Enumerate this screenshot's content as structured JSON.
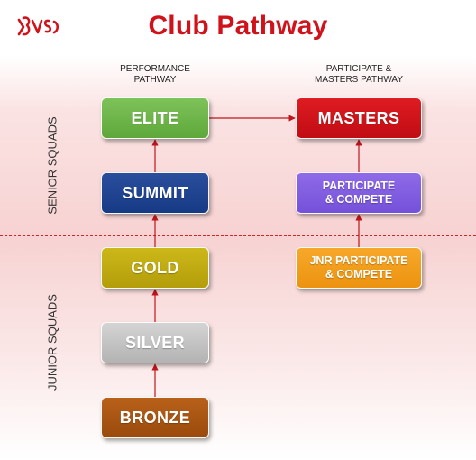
{
  "title": "Club Pathway",
  "columns": {
    "performance": [
      "PERFORMANCE",
      "PATHWAY"
    ],
    "participate": [
      "PARTICIPATE &",
      "MASTERS PATHWAY"
    ]
  },
  "side_labels": {
    "senior": "SENIOR SQUADS",
    "junior": "JUNIOR SQUADS"
  },
  "performance_pathway": [
    {
      "label": "ELITE",
      "color": "#6cb548"
    },
    {
      "label": "SUMMIT",
      "color": "#1f4591"
    },
    {
      "label": "GOLD",
      "color": "#c1ab12"
    },
    {
      "label": "SILVER",
      "color": "#c4c4c4"
    },
    {
      "label": "BRONZE",
      "color": "#a95513"
    }
  ],
  "participate_pathway": [
    {
      "label": "MASTERS",
      "color": "#d0121b"
    },
    {
      "label_lines": [
        "PARTICIPATE",
        "& COMPETE"
      ],
      "color": "#8260e2"
    },
    {
      "label_lines": [
        "JNR PARTICIPATE",
        "& COMPETE"
      ],
      "color": "#f29d1c"
    }
  ],
  "colors": {
    "accent": "#d0121b",
    "arrow": "#c0151c"
  }
}
